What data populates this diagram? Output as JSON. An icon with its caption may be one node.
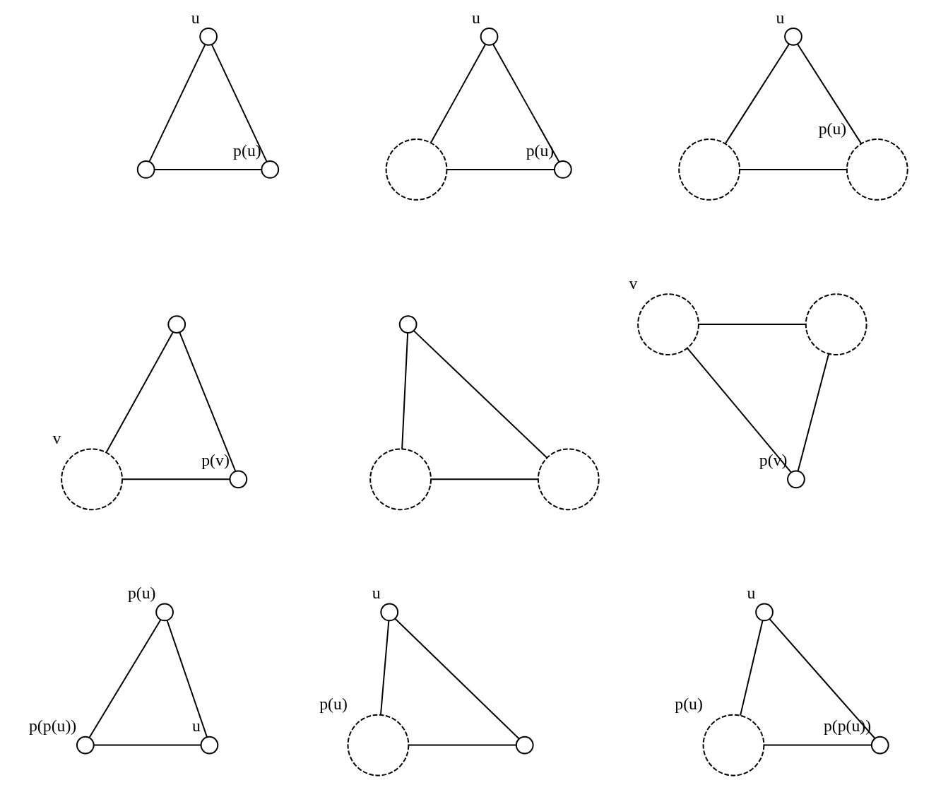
{
  "diagram": {
    "nodes": [
      {
        "text": [],
        "shape": "circle",
        "beside": [
          "u"
        ]
      },
      {
        "text": [],
        "shape": "circle"
      },
      {
        "text": [],
        "shape": "circle",
        "beside": [
          "p(u)"
        ]
      },
      {
        "text": [],
        "shape": "circle",
        "beside": [
          "u"
        ]
      },
      {
        "text": [],
        "shape": "circle"
      },
      {
        "text": [],
        "shape": "circle",
        "beside": [
          "p(u)"
        ]
      },
      {
        "text": [],
        "shape": "circle",
        "beside": [
          "u"
        ]
      },
      {
        "text": [],
        "shape": "circle"
      },
      {
        "text": [],
        "shape": "circle",
        "beside": [
          "p(u)"
        ]
      },
      {
        "text": [],
        "shape": "circle"
      },
      {
        "text": [],
        "shape": "circle",
        "beside": [
          "v"
        ]
      },
      {
        "text": [],
        "shape": "circle",
        "beside": [
          "p(v)"
        ]
      },
      {
        "text": [],
        "shape": "circle"
      },
      {
        "text": [],
        "shape": "circle"
      },
      {
        "text": [],
        "shape": "circle"
      },
      {
        "text": [],
        "shape": "circle",
        "beside": [
          "v"
        ]
      },
      {
        "text": [],
        "shape": "circle"
      },
      {
        "text": [],
        "shape": "circle",
        "beside": [
          "p(v)"
        ]
      },
      {
        "text": [],
        "shape": "circle",
        "beside": [
          "p(u)"
        ]
      },
      {
        "text": [],
        "shape": "circle",
        "beside": [
          "p(p(u))"
        ]
      },
      {
        "text": [],
        "shape": "circle",
        "beside": [
          "u"
        ]
      },
      {
        "text": [],
        "shape": "circle",
        "beside": [
          "u"
        ]
      },
      {
        "text": [],
        "shape": "circle",
        "beside": [
          "p(u)"
        ]
      },
      {
        "text": [],
        "shape": "circle"
      },
      {
        "text": [],
        "shape": "circle",
        "beside": [
          "u"
        ]
      },
      {
        "text": [],
        "shape": "circle",
        "beside": [
          "p(u)"
        ]
      },
      {
        "text": [],
        "shape": "circle",
        "beside": [
          "p(p(u))"
        ]
      }
    ],
    "edges": [
      {
        "from": 0,
        "to": 1,
        "arrow": "none"
      },
      {
        "from": 0,
        "to": 2,
        "arrow": "none"
      },
      {
        "from": 1,
        "to": 2,
        "arrow": "none"
      },
      {
        "from": 3,
        "to": 4,
        "arrow": "none"
      },
      {
        "from": 3,
        "to": 5,
        "arrow": "none"
      },
      {
        "from": 4,
        "to": 5,
        "arrow": "none"
      },
      {
        "from": 6,
        "to": 7,
        "arrow": "none"
      },
      {
        "from": 6,
        "to": 8,
        "arrow": "none"
      },
      {
        "from": 7,
        "to": 8,
        "arrow": "none"
      },
      {
        "from": 9,
        "to": 10,
        "arrow": "none"
      },
      {
        "from": 9,
        "to": 11,
        "arrow": "none"
      },
      {
        "from": 10,
        "to": 11,
        "arrow": "none"
      },
      {
        "from": 12,
        "to": 13,
        "arrow": "none"
      },
      {
        "from": 12,
        "to": 14,
        "arrow": "none"
      },
      {
        "from": 13,
        "to": 14,
        "arrow": "none"
      },
      {
        "from": 15,
        "to": 16,
        "arrow": "none"
      },
      {
        "from": 15,
        "to": 17,
        "arrow": "none"
      },
      {
        "from": 16,
        "to": 17,
        "arrow": "none"
      },
      {
        "from": 18,
        "to": 19,
        "arrow": "none"
      },
      {
        "from": 18,
        "to": 20,
        "arrow": "none"
      },
      {
        "from": 19,
        "to": 20,
        "arrow": "none"
      },
      {
        "from": 21,
        "to": 22,
        "arrow": "none"
      },
      {
        "from": 21,
        "to": 23,
        "arrow": "none"
      },
      {
        "from": 22,
        "to": 23,
        "arrow": "none"
      },
      {
        "from": 24,
        "to": 25,
        "arrow": "none"
      },
      {
        "from": 24,
        "to": 26,
        "arrow": "none"
      },
      {
        "from": 25,
        "to": 26,
        "arrow": "none"
      }
    ]
  }
}
